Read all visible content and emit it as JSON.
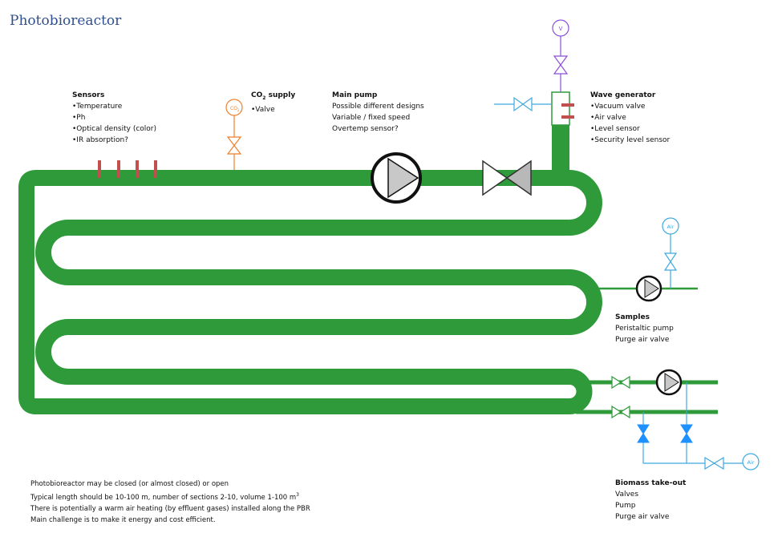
{
  "title": "Photobioreactor",
  "sensors": {
    "heading": "Sensors",
    "items": [
      "•Temperature",
      "•Ph",
      "•Optical density (color)",
      "•IR absorption?"
    ]
  },
  "co2_supply": {
    "heading_pre": "CO",
    "heading_sub": "2",
    "heading_post": " supply",
    "items": [
      "•Valve"
    ],
    "symbol_text": "CO",
    "symbol_sub": "2"
  },
  "main_pump": {
    "heading": "Main pump",
    "items": [
      "Possible different designs",
      "Variable / fixed speed",
      "Overtemp sensor?"
    ]
  },
  "wave_generator": {
    "heading": "Wave generator",
    "items": [
      "•Vacuum valve",
      "•Air valve",
      "•Level sensor",
      "•Security level sensor"
    ],
    "vacuum_symbol": "V"
  },
  "samples": {
    "heading": "Samples",
    "items": [
      "Peristaltic pump",
      "Purge air valve"
    ],
    "air_symbol": "Air"
  },
  "biomass": {
    "heading": "Biomass take-out",
    "items": [
      "Valves",
      "Pump",
      "Purge air valve"
    ],
    "air_symbol": "Air"
  },
  "notes": {
    "lines": [
      "Photobioreactor may be closed (or almost closed) or open",
      "Typical length should be 10-100 m, number of sections 2-10, volume 1-100 m",
      "There is potentially a warm air heating (by effluent gases) installed along the PBR",
      "Main challenge is to make it energy and cost efficient."
    ],
    "volume_sup": "3"
  },
  "colors": {
    "tube": "#2e9a3a",
    "sensor": "#c0504d",
    "co2": "#f07f2a",
    "vacuum": "#8a4fd6",
    "air": "#3fa9e0",
    "biomass_valve": "#1e90ff",
    "text_title": "#2f4f8f"
  }
}
